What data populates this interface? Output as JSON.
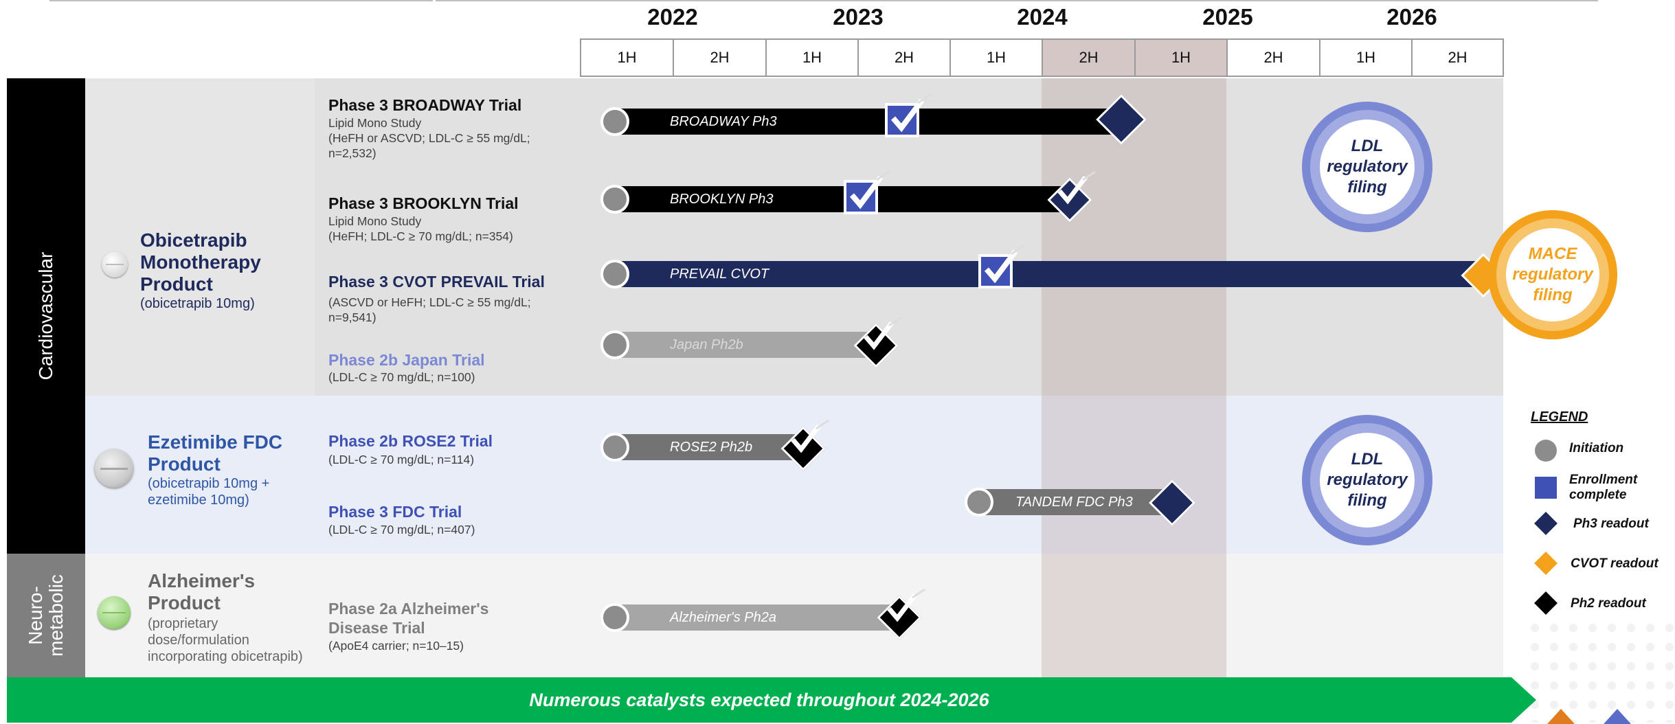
{
  "colors": {
    "navy": "#1f2a5c",
    "enroll_blue": "#3f51b5",
    "mace_orange": "#f4a11b",
    "ldl_circle": "#7b88d4",
    "readout_shade": "#d6c7c7",
    "banner_green": "#00b050"
  },
  "timeline": {
    "years": [
      "2022",
      "2023",
      "2024",
      "2025",
      "2026"
    ],
    "halves": [
      "1H",
      "2H",
      "1H",
      "2H",
      "1H",
      "2H",
      "1H",
      "2H",
      "1H",
      "2H"
    ]
  },
  "sections": {
    "cardiovascular": "Cardiovascular",
    "neuro_line1": "Neuro-",
    "neuro_line2": "metabolic"
  },
  "products": {
    "mono": {
      "title_lines": [
        "Obicetrapib",
        "Monotherapy",
        "Product"
      ],
      "subtitle": "(obicetrapib 10mg)"
    },
    "fdc": {
      "title_lines": [
        "Ezetimibe FDC",
        "Product"
      ],
      "subtitle_lines": [
        "(obicetrapib 10mg +",
        "ezetimibe 10mg)"
      ]
    },
    "alz": {
      "title_lines": [
        "Alzheimer's",
        "Product"
      ],
      "subtitle_lines": [
        "(proprietary",
        "dose/formulation",
        "incorporating obicetrapib)"
      ]
    }
  },
  "trials": {
    "broadway": {
      "title": "Phase 3 BROADWAY Trial",
      "lines": [
        "Lipid Mono Study",
        "(HeFH or ASCVD; LDL-C ≥ 55 mg/dL;",
        "n=2,532)"
      ],
      "bar_label": "BROADWAY Ph3"
    },
    "brooklyn": {
      "title": "Phase 3 BROOKLYN Trial",
      "lines": [
        "Lipid Mono Study",
        "(HeFH; LDL-C ≥ 70 mg/dL; n=354)"
      ],
      "bar_label": "BROOKLYN Ph3"
    },
    "prevail": {
      "title": "Phase 3 CVOT PREVAIL Trial",
      "lines": [
        "(ASCVD or HeFH; LDL-C ≥ 55 mg/dL;",
        "n=9,541)"
      ],
      "bar_label": "PREVAIL CVOT"
    },
    "japan": {
      "title": "Phase 2b Japan Trial",
      "lines": [
        "(LDL-C ≥ 70 mg/dL; n=100)"
      ],
      "bar_label": "Japan Ph2b"
    },
    "rose2": {
      "title": "Phase 2b ROSE2 Trial",
      "lines": [
        "(LDL-C ≥ 70 mg/dL; n=114)"
      ],
      "bar_label": "ROSE2 Ph2b"
    },
    "fdc": {
      "title": "Phase 3 FDC Trial",
      "lines": [
        "(LDL-C ≥ 70 mg/dL; n=407)"
      ],
      "bar_label": "TANDEM FDC Ph3"
    },
    "alz": {
      "title_lines": [
        "Phase 2a Alzheimer's",
        "Disease Trial"
      ],
      "lines": [
        "(ApoE4 carrier; n=10–15)"
      ],
      "bar_label": "Alzheimer's Ph2a"
    }
  },
  "filings": {
    "ldl": [
      "LDL",
      "regulatory",
      "filing"
    ],
    "mace": [
      "MACE",
      "regulatory",
      "filing"
    ]
  },
  "legend": {
    "title": "LEGEND",
    "initiation": "Initiation",
    "enrollment_lines": [
      "Enrollment",
      "complete"
    ],
    "ph3": "Ph3 readout",
    "cvot": "CVOT readout",
    "ph2": "Ph2 readout"
  },
  "banner": "Numerous catalysts expected throughout 2024-2026"
}
